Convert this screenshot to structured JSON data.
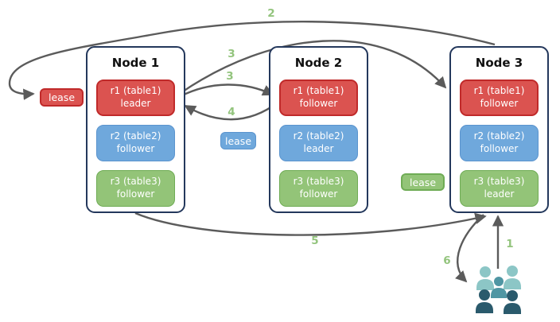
{
  "diagram": {
    "nodes": [
      {
        "title": "Node 1",
        "replicas": [
          {
            "line1": "r1 (table1)",
            "line2": "leader",
            "color": "red"
          },
          {
            "line1": "r2 (table2)",
            "line2": "follower",
            "color": "blue"
          },
          {
            "line1": "r3 (table3)",
            "line2": "follower",
            "color": "green"
          }
        ]
      },
      {
        "title": "Node 2",
        "replicas": [
          {
            "line1": "r1 (table1)",
            "line2": "follower",
            "color": "red"
          },
          {
            "line1": "r2 (table2)",
            "line2": "leader",
            "color": "blue"
          },
          {
            "line1": "r3 (table3)",
            "line2": "follower",
            "color": "green"
          }
        ]
      },
      {
        "title": "Node 3",
        "replicas": [
          {
            "line1": "r1 (table1)",
            "line2": "follower",
            "color": "red"
          },
          {
            "line1": "r2 (table2)",
            "line2": "follower",
            "color": "blue"
          },
          {
            "line1": "r3 (table3)",
            "line2": "leader",
            "color": "green"
          }
        ]
      }
    ],
    "leases": [
      {
        "label": "lease",
        "color": "red"
      },
      {
        "label": "lease",
        "color": "blue"
      },
      {
        "label": "lease",
        "color": "green"
      }
    ],
    "connections": [
      {
        "label": "1",
        "from": "users",
        "to": "node3-r3-leader"
      },
      {
        "label": "2",
        "from": "node3",
        "to": "r1-lease-at-node1"
      },
      {
        "label": "3",
        "from": "node1-r1-leader",
        "to": "node3-r1-follower"
      },
      {
        "label": "3",
        "from": "node1-r1-leader",
        "to": "node2-r1-follower"
      },
      {
        "label": "4",
        "from": "node2-r1-follower",
        "to": "node1-r1-leader"
      },
      {
        "label": "5",
        "from": "node1",
        "to": "node3"
      },
      {
        "label": "6",
        "from": "node3",
        "to": "users"
      }
    ],
    "users_icon": "users-icon",
    "palette": {
      "red_fill": "#DB5350",
      "red_border": "#C02A2A",
      "blue_fill": "#6FA8DC",
      "blue_border": "#5B94CE",
      "green_fill": "#93C478",
      "green_border": "#6FAC55",
      "node_border": "#24385C",
      "arrow": "#5B5B5B",
      "step_label": "#93C47D",
      "users_light": "#8CC6C6",
      "users_mid": "#4F96A3",
      "users_dark": "#2A5A6C"
    }
  }
}
